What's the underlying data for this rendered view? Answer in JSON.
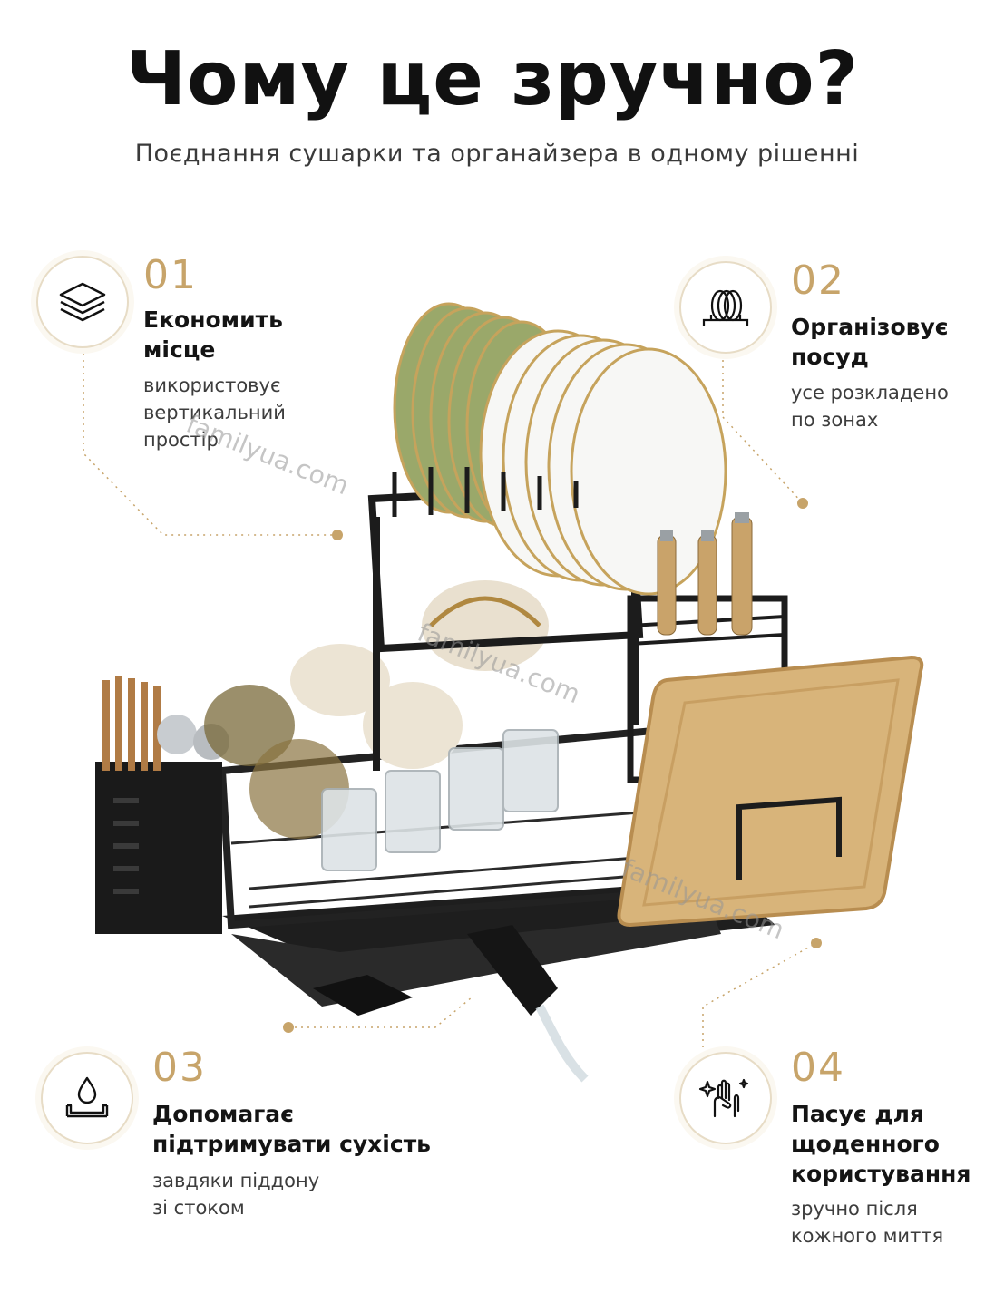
{
  "header": {
    "title": "Чому це зручно?",
    "subtitle": "Поєднання сушарки та органайзера в одному рішенні"
  },
  "features": [
    {
      "number": "01",
      "title_line1": "Економить",
      "title_line2": "місце",
      "desc_line1": "використовує",
      "desc_line2": "вертикальний",
      "desc_line3": "простір",
      "icon": "layers-icon"
    },
    {
      "number": "02",
      "title_line1": "Організовує",
      "title_line2": "посуд",
      "desc_line1": "усе розкладено",
      "desc_line2": "по зонах",
      "icon": "plates-rack-icon"
    },
    {
      "number": "03",
      "title_line1": "Допомагає",
      "title_line2": "підтримувати сухість",
      "desc_line1": "завдяки піддону",
      "desc_line2": "зі стоком",
      "icon": "drop-tray-icon"
    },
    {
      "number": "04",
      "title_line1": "Пасує для",
      "title_line2": "щоденного",
      "title_line3": "користування",
      "desc_line1": "зручно після",
      "desc_line2": "кожного миття",
      "icon": "hands-sparkle-icon"
    }
  ],
  "watermarks": [
    "familyua.com",
    "familyua.com",
    "familyua.com"
  ],
  "colors": {
    "accent": "#c7a46a",
    "text": "#141414",
    "rack": "#1c1c1c",
    "plate_green": "#9aa86a"
  }
}
